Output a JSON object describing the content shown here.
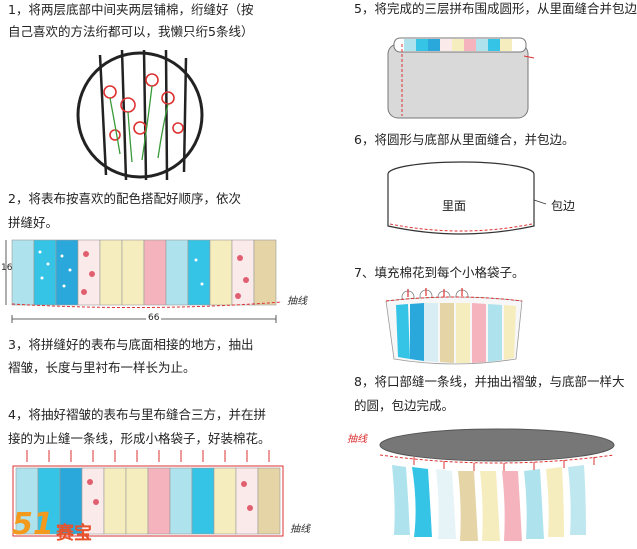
{
  "steps": {
    "s1": {
      "line1": "1，将两层底部中间夹两层铺棉，绗缝好（按",
      "line2": "自己喜欢的方法绗都可以，我懒只绗5条线）"
    },
    "s2": {
      "line1": "2，将表布按喜欢的配色搭配好顺序，依次",
      "line2": "拼缝好。",
      "dim_height": "16",
      "dim_width": "66",
      "note": "抽线"
    },
    "s3": {
      "line1": "3，将拼缝好的表布与底面相接的地方，抽出",
      "line2": "褶皱，长度与里衬布一样长为止。"
    },
    "s4": {
      "line1": "4，将抽好褶皱的表布与里布缝合三方，并在拼",
      "line2": "接的为止缝一条线，形成小格袋子，好装棉花。",
      "note": "抽线"
    },
    "s5": {
      "line1": "5，将完成的三层拼布围成圆形，从里面缝合并包边"
    },
    "s6": {
      "line1": "6，将圆形与底部从里面缝合，并包边。",
      "label_inside": "里面",
      "label_binding": "包边"
    },
    "s7": {
      "line1": "7、填充棉花到每个小格袋子。"
    },
    "s8": {
      "line1": "8，将口部缝一条线，并抽出褶皱，与底部一样大",
      "line2": "的圆，包边完成。",
      "note": "抽线"
    }
  },
  "logo": {
    "text": "51",
    "suffix": "赛宝"
  },
  "colors": {
    "cyan": "#35c4e6",
    "blue": "#2aa8dc",
    "pink": "#f4b3bd",
    "cream": "#f6edbe",
    "tan": "#e4d4a6",
    "lightcyan": "#aee3ee",
    "grey": "#d9d9d9",
    "darkgrey": "#777777",
    "red": "#d33"
  }
}
